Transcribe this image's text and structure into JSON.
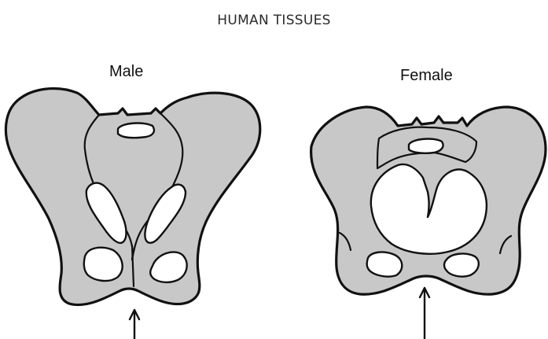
{
  "header": {
    "title": "HUMAN TISSUES"
  },
  "panels": [
    {
      "label": "Male"
    },
    {
      "label": "Female"
    }
  ],
  "colors": {
    "bone_fill": "#c8c8c8",
    "outline": "#111111",
    "background": "#ffffff"
  }
}
